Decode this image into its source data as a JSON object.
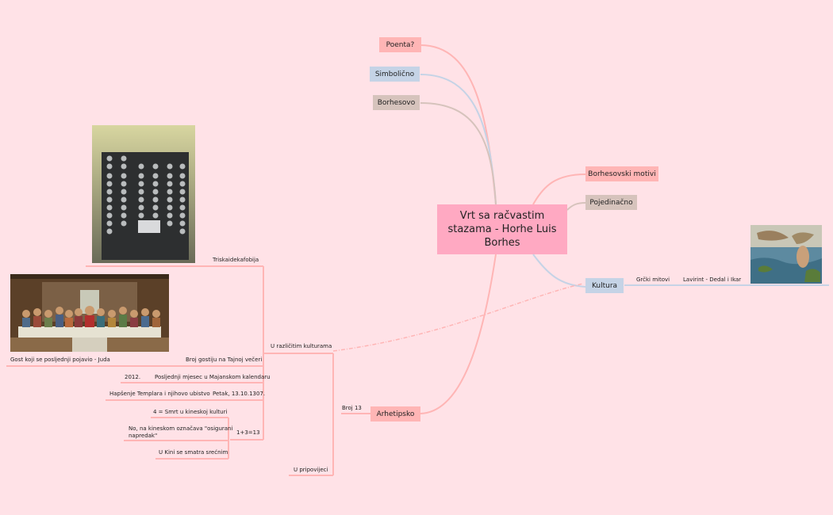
{
  "central": {
    "line1": "Vrt sa račvastim",
    "line2": "stazama - Horhe Luis",
    "line3": "Borhes"
  },
  "topics": {
    "poenta": "Poenta?",
    "simbolicno": "Simbolično",
    "borhesovo": "Borhesovo",
    "motivi": "Borhesovski motivi",
    "pojedinacno": "Pojedinačno",
    "kultura": "Kultura",
    "arhetipsko": "Arhetipsko"
  },
  "kultura": {
    "grcki": "Grčki mitovi",
    "lavirint": "Lavirint - Dedal i Ikar"
  },
  "broj13": {
    "label": "Broj 13",
    "u_razlicitim": "U različitim kulturama",
    "u_pripovijeci": "U pripovijeci",
    "triskaidekafobija": "Triskaidekafobija",
    "tajna_vecera": "Broj gostiju na Tajnoj večeri",
    "gost": "Gost koji se posljednji pojavio - Juda",
    "maja": "Posljednji mjesec u Majanskom kalendaru",
    "god2012": "2012.",
    "petak": "Petak, 13.10.1307.",
    "templari": "Hapšenje Templara i njihovo ubistvo",
    "kineski": "1+3=13",
    "smrt": "4 = Smrt u kineskoj kulturi",
    "napredak_1": "No, na kineskom označava \"osigurani",
    "napredak_2": "napredak\"",
    "srecnim": "U Kini se smatra srećnim"
  },
  "colors": {
    "background": "#ffe2e7",
    "central": "#ffa9c2",
    "pink": "#ffb5b5",
    "blue": "#c5d3e6",
    "beige": "#d6c3bc"
  }
}
